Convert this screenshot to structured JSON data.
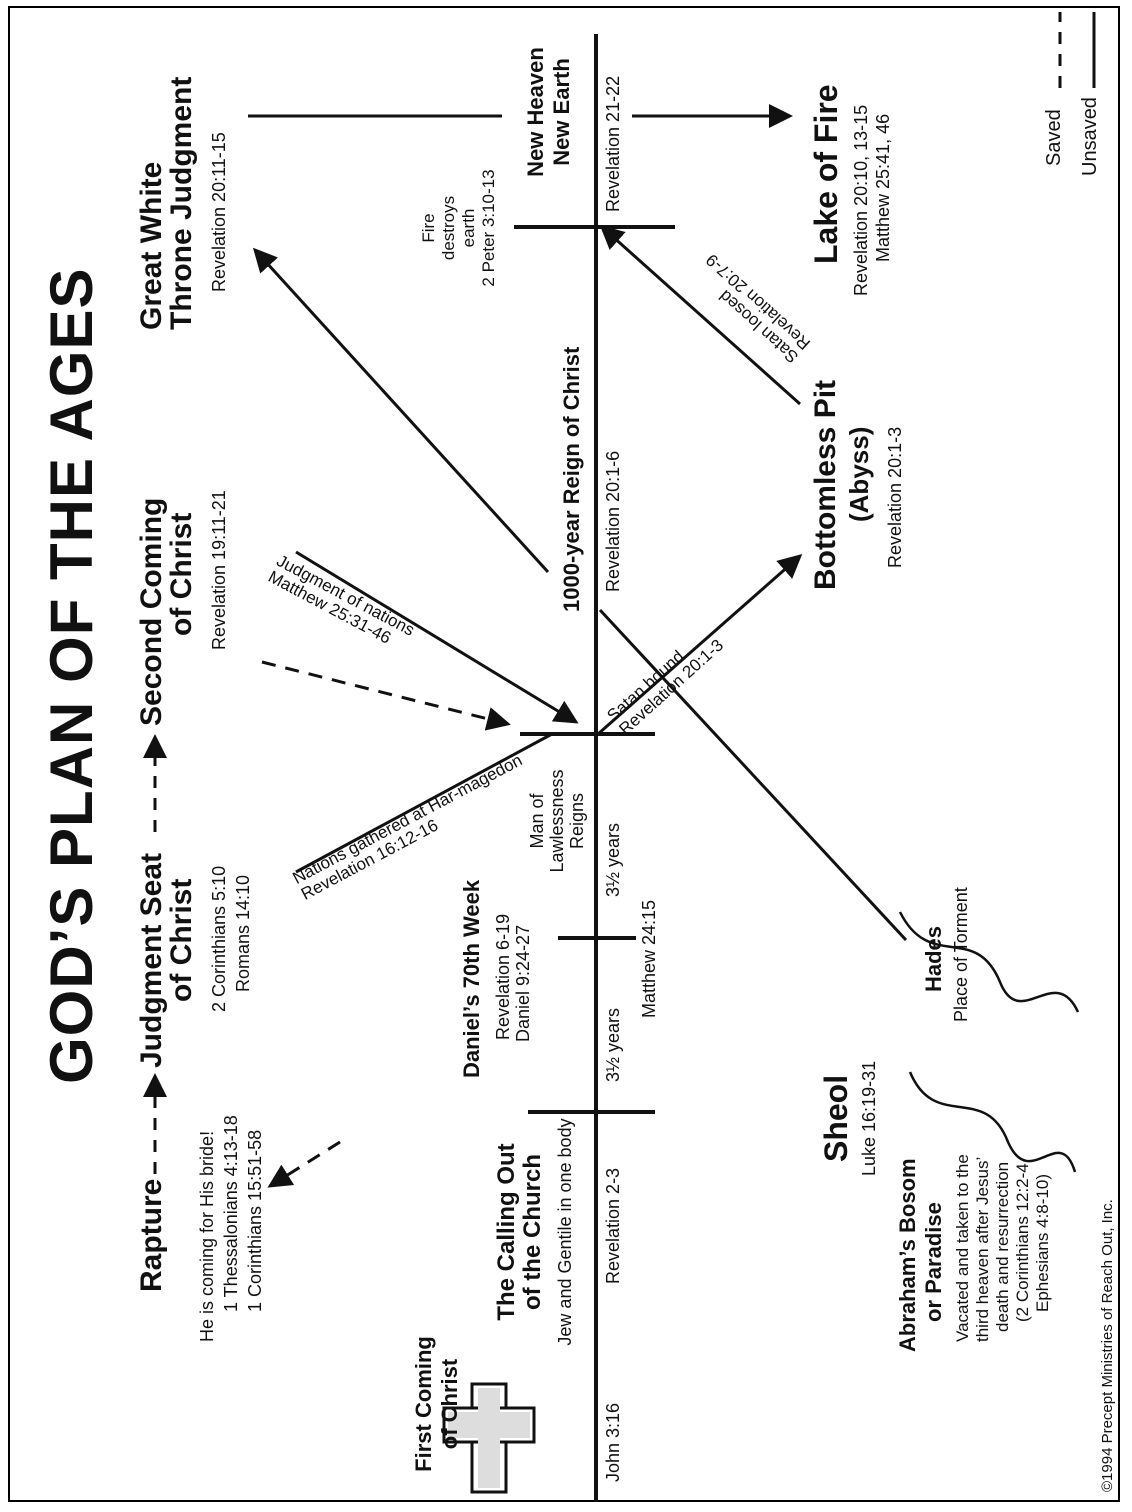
{
  "title": "GOD’S PLAN OF THE AGES",
  "rapture": {
    "heading": "Rapture",
    "line1": "He is coming for His bride!",
    "line2": "1 Thessalonians 4:13-18",
    "line3": "1 Corinthians 15:51-58"
  },
  "judgment_seat": {
    "heading1": "Judgment Seat",
    "heading2": "of Christ",
    "ref1": "2 Corinthians 5:10",
    "ref2": "Romans 14:10"
  },
  "second_coming": {
    "heading1": "Second Coming",
    "heading2": "of Christ",
    "ref": "Revelation 19:11-21"
  },
  "great_white": {
    "heading1": "Great White",
    "heading2": "Throne Judgment",
    "ref": "Revelation 20:11-15"
  },
  "first_coming": {
    "heading1": "First Coming",
    "heading2": "of Christ"
  },
  "calling_out": {
    "heading1": "The Calling Out",
    "heading2": "of the Church",
    "sub": "Jew and Gentile in one body"
  },
  "daniels_week": {
    "heading": "Daniel’s 70th Week",
    "ref1": "Revelation 6-19",
    "ref2": "Daniel 9:24-27",
    "man1": "Man of",
    "man2": "Lawlessness",
    "man3": "Reigns"
  },
  "reign": {
    "heading": "1000-year Reign of Christ"
  },
  "new_heaven": {
    "heading1": "New Heaven",
    "heading2": "New Earth"
  },
  "fire": {
    "l1": "Fire",
    "l2": "destroys",
    "l3": "earth",
    "l4": "2 Peter 3:10-13"
  },
  "below": {
    "john": "John 3:16",
    "rev23": "Revelation 2-3",
    "half1": "3½ years",
    "half2": "3½ years",
    "matt2415": "Matthew 24:15",
    "rev2016": "Revelation 20:1-6",
    "rev2122": "Revelation 21-22"
  },
  "arrows": {
    "nations1": "Nations gathered at Har-magedon",
    "nations2": "Revelation 16:12-16",
    "judg1": "Judgment of nations",
    "judg2": "Matthew 25:31-46",
    "bound1": "Satan bound",
    "bound2": "Revelation 20:1-3",
    "loosed1": "Satan loosed",
    "loosed2": "Revelation 20:7-9"
  },
  "pit": {
    "heading1": "Bottomless Pit",
    "heading2": "(Abyss)",
    "ref": "Revelation 20:1-3"
  },
  "lake": {
    "heading": "Lake of Fire",
    "ref1": "Revelation 20:10, 13-15",
    "ref2": "Matthew 25:41, 46"
  },
  "legend": {
    "saved": "Saved",
    "unsaved": "Unsaved"
  },
  "hades": {
    "heading": "Hades",
    "sub": "Place of Torment"
  },
  "sheol": {
    "heading": "Sheol",
    "ref": "Luke 16:19-31"
  },
  "abraham": {
    "heading1": "Abraham’s Bosom",
    "heading2": "or Paradise",
    "l1": "Vacated and taken to the",
    "l2": "third heaven after Jesus’",
    "l3": "death and resurrection",
    "l4": "(2 Corinthians 12:2-4",
    "l5": "Ephesians 4:8-10)"
  },
  "copyright": "©1994 Precept Ministries of Reach Out, Inc."
}
